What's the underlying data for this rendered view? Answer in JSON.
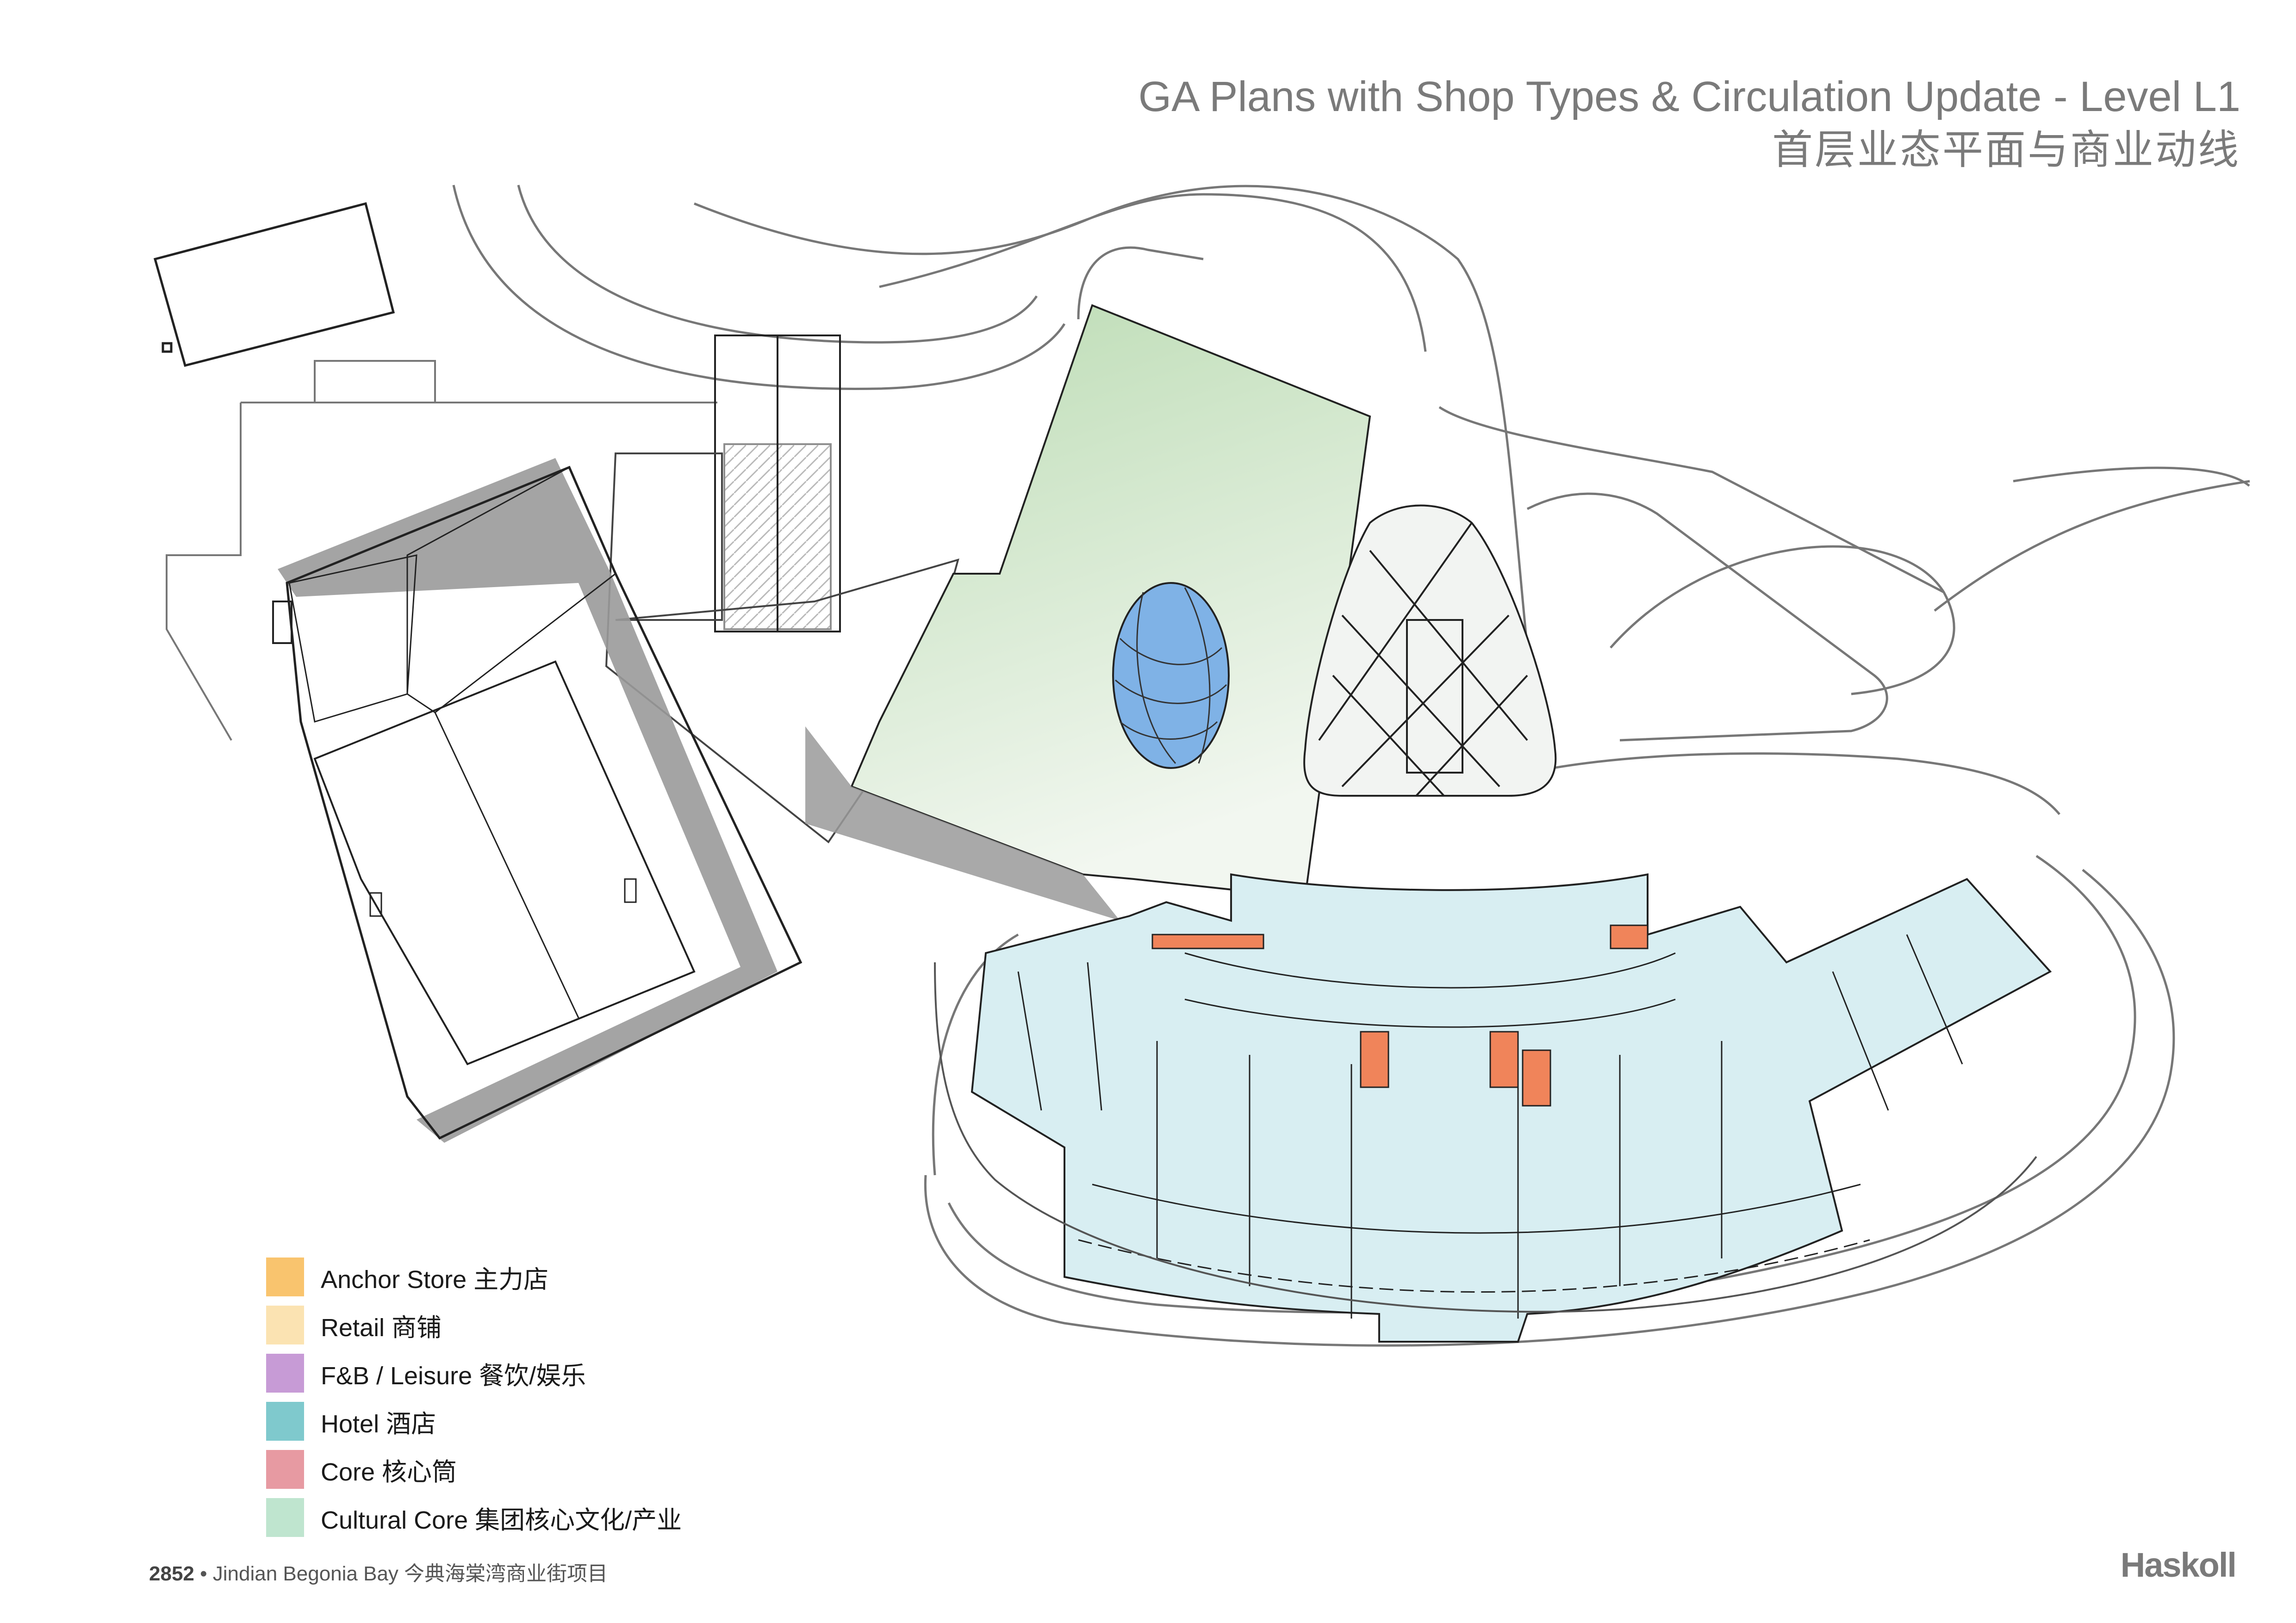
{
  "header": {
    "title_en": "GA Plans with Shop Types & Circulation Update - Level L1",
    "title_zh": "首层业态平面与商业动线"
  },
  "legend": {
    "items": [
      {
        "label": "Anchor Store 主力店",
        "color": "#f9c46e",
        "name": "anchor-store"
      },
      {
        "label": "Retail  商铺",
        "color": "#fbe3b2",
        "name": "retail"
      },
      {
        "label": "F&B / Leisure 餐饮/娱乐",
        "color": "#c79bd6",
        "name": "fnb-leisure"
      },
      {
        "label": "Hotel 酒店",
        "color": "#7fc9cd",
        "name": "hotel"
      },
      {
        "label": "Core 核心筒",
        "color": "#e79aa2",
        "name": "core"
      },
      {
        "label": "Cultural Core 集团核心文化/产业",
        "color": "#bfe5cf",
        "name": "cultural-core"
      }
    ]
  },
  "plan_colors": {
    "hotel_floor": "#d8eef2",
    "plaza": "#cfe5c8",
    "skylight": "#7fb2e6",
    "core": "#f0845a",
    "wall": "#9a9a9a",
    "line": "#222222"
  },
  "footer": {
    "project_number": "2852",
    "project_name": " • Jindian Begonia Bay 今典海棠湾商业街项目"
  },
  "brand": {
    "logo": "Haskoll"
  }
}
